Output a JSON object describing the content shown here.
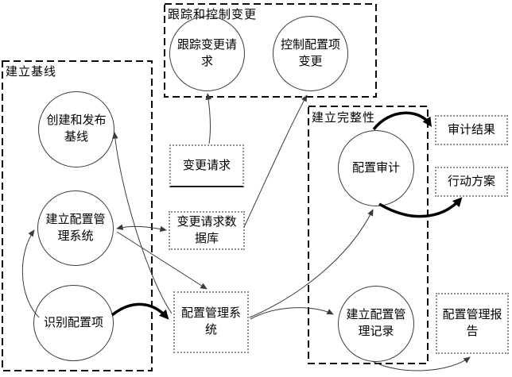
{
  "groups": {
    "baseline": {
      "label": "建立基线"
    },
    "track_control": {
      "label": "跟踪和控制变更"
    },
    "integrity": {
      "label": "建立完整性"
    }
  },
  "processes": {
    "create_baseline": {
      "label": "创建和发布基线"
    },
    "establish_cm_system": {
      "label": "建立配置管理系统"
    },
    "identify_ci": {
      "label": "识别配置项"
    },
    "track_change_requests": {
      "label": "跟踪变更请求"
    },
    "control_ci_changes": {
      "label": "控制配置项变更"
    },
    "config_audit": {
      "label": "配置审计"
    },
    "establish_cm_records": {
      "label": "建立配置管理记录"
    }
  },
  "stores": {
    "change_request": {
      "label": "变更请求"
    },
    "change_request_db": {
      "label": "变更请求数据库"
    },
    "cm_system": {
      "label": "配置管理系统"
    },
    "audit_results": {
      "label": "审计结果"
    },
    "action_plan": {
      "label": "行动方案"
    },
    "cm_report": {
      "label": "配置管理报告"
    }
  },
  "connections": [
    {
      "from": "变更请求",
      "to": "跟踪变更请求",
      "style": "thin"
    },
    {
      "from": "变更请求数据库",
      "to": "控制配置项变更",
      "style": "thin"
    },
    {
      "from": "建立配置管理系统",
      "to": "变更请求数据库",
      "style": "thin-double-headed"
    },
    {
      "from": "配置管理系统",
      "to": "创建和发布基线",
      "style": "thin"
    },
    {
      "from": "建立配置管理系统",
      "to": "配置管理系统",
      "style": "thin"
    },
    {
      "from": "识别配置项",
      "to": "建立配置管理系统",
      "style": "thin"
    },
    {
      "from": "识别配置项",
      "to": "配置管理系统",
      "style": "thick"
    },
    {
      "from": "配置管理系统",
      "to": "配置审计",
      "style": "thin"
    },
    {
      "from": "配置管理系统",
      "to": "建立配置管理记录",
      "style": "thin"
    },
    {
      "from": "配置审计",
      "to": "审计结果",
      "style": "thick"
    },
    {
      "from": "配置审计",
      "to": "行动方案",
      "style": "thick"
    },
    {
      "from": "建立配置管理记录",
      "to": "配置管理报告",
      "style": "thin"
    }
  ],
  "colors": {
    "line_thin": "#3a3a3a",
    "line_thick": "#000000",
    "store_border": "#909090",
    "group_border": "#0a0a0a"
  }
}
